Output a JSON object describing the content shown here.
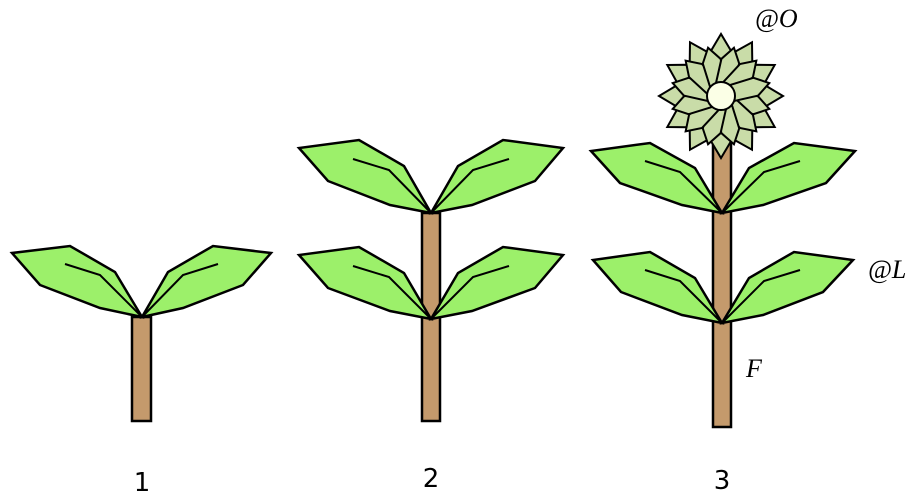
{
  "colors": {
    "leaf": "#9cf06a",
    "stem": "#c49a6c",
    "petal": "#c9dca8",
    "flower_center": "#fbffe6",
    "outline": "#000000"
  },
  "plants": [
    {
      "number": "1",
      "leaf_pairs": 1,
      "flower": false
    },
    {
      "number": "2",
      "leaf_pairs": 2,
      "flower": false
    },
    {
      "number": "3",
      "leaf_pairs": 2,
      "flower": true
    }
  ],
  "labels": {
    "flower": "@O",
    "leaf": "@L",
    "stem": "F"
  }
}
